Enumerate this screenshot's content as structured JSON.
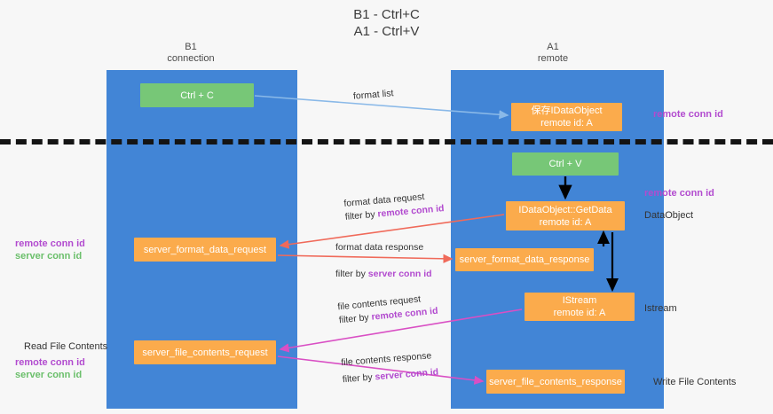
{
  "title": {
    "line1": "B1 - Ctrl+C",
    "line2": "A1 - Ctrl+V"
  },
  "columns": [
    {
      "name": "B1",
      "subtitle": "connection"
    },
    {
      "name": "A1",
      "subtitle": "remote"
    }
  ],
  "boxes": {
    "ctrl_c": {
      "label": "Ctrl + C",
      "color": "#77c777"
    },
    "save_idataobject": {
      "line1": "保存IDataObject",
      "line2": "remote id: A",
      "color": "#fbab4c"
    },
    "ctrl_v": {
      "label": "Ctrl + V",
      "color": "#77c777"
    },
    "getdata": {
      "line1": "IDataObject::GetData",
      "line2": "remote id: A",
      "color": "#fbab4c"
    },
    "server_format_data_request": {
      "label": "server_format_data_request",
      "color": "#fbab4c"
    },
    "server_format_data_response": {
      "label": "server_format_data_response",
      "color": "#fbab4c"
    },
    "istream": {
      "line1": "IStream",
      "line2": "remote id: A",
      "color": "#fbab4c"
    },
    "server_file_contents_request": {
      "label": "server_file_contents_request",
      "color": "#fbab4c"
    },
    "server_file_contents_response": {
      "label": "server_file_contents_response",
      "color": "#fbab4c"
    }
  },
  "edges": {
    "format_list": {
      "label": "format list"
    },
    "format_data_request": {
      "line1": "format data request",
      "filter_prefix": "filter by ",
      "filter_key": "remote conn id"
    },
    "format_data_response": {
      "line1": "format data response",
      "filter_prefix": "filter by ",
      "filter_key": "server conn id"
    },
    "file_contents_request": {
      "line1": "file contents request",
      "filter_prefix": "filter by ",
      "filter_key": "remote conn id"
    },
    "file_contents_response": {
      "line1": "file contents response",
      "filter_prefix": "filter by ",
      "filter_key": "server conn id"
    }
  },
  "side_labels": {
    "remote_conn_id_top": "remote conn id",
    "remote_conn_id_mid": "remote conn id",
    "dataobject": "DataObject",
    "istream": "Istream",
    "write_file_contents": "Write File Contents",
    "read_file_contents": "Read File Contents",
    "remote_conn_id_left_1": "remote conn id",
    "server_conn_id_left_1": "server conn id",
    "remote_conn_id_left_2": "remote conn id",
    "server_conn_id_left_2": "server conn id"
  },
  "colors": {
    "lane": "#4285d6",
    "green_box": "#77c777",
    "orange_box": "#fbab4c",
    "purple_text": "#b24bcf",
    "green_text": "#6bbf6b",
    "arrow_blue": "#8ab9e8",
    "arrow_red": "#f06a5a",
    "arrow_magenta": "#d94fc4",
    "arrow_black": "#000000",
    "dashed_line": "#141414",
    "background": "#f7f7f7"
  }
}
